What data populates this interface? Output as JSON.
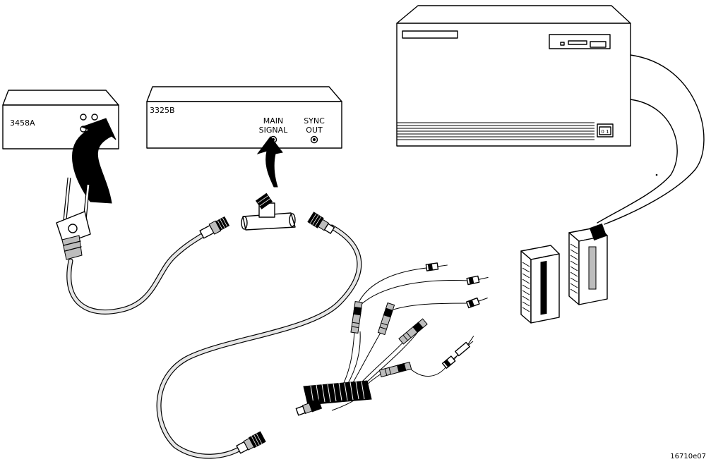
{
  "instruments": {
    "dmm": {
      "label": "3458A"
    },
    "generator": {
      "label": "3325B",
      "main_label_1": "MAIN",
      "main_label_2": "SIGNAL",
      "sync_label_1": "SYNC",
      "sync_label_2": "OUT"
    },
    "analyzer": {
      "power_label": "0 1"
    }
  },
  "figure": {
    "id": "16710e07"
  }
}
